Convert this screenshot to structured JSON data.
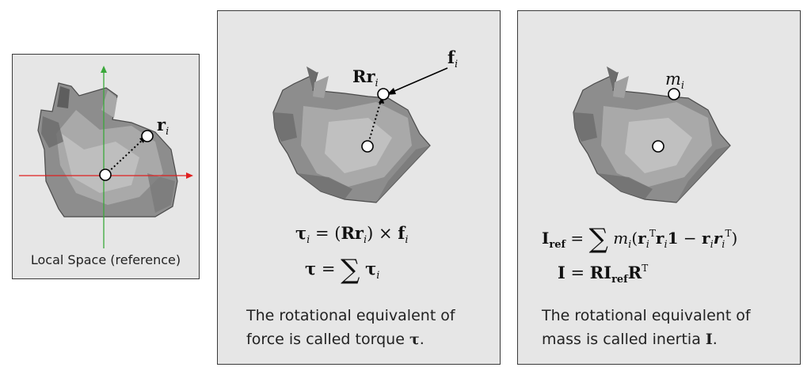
{
  "local": {
    "caption": "Local Space (reference)"
  },
  "torque": {
    "caption_line1": "The rotational equivalent of",
    "caption_line2": "force is called torque"
  },
  "inertia": {
    "caption_line1": "The rotational equivalent of",
    "caption_line2": "mass is called inertia"
  },
  "colors": {
    "axis_x": "#e02020",
    "axis_y": "#3aa83a",
    "panel_bg": "#e6e6e6"
  }
}
